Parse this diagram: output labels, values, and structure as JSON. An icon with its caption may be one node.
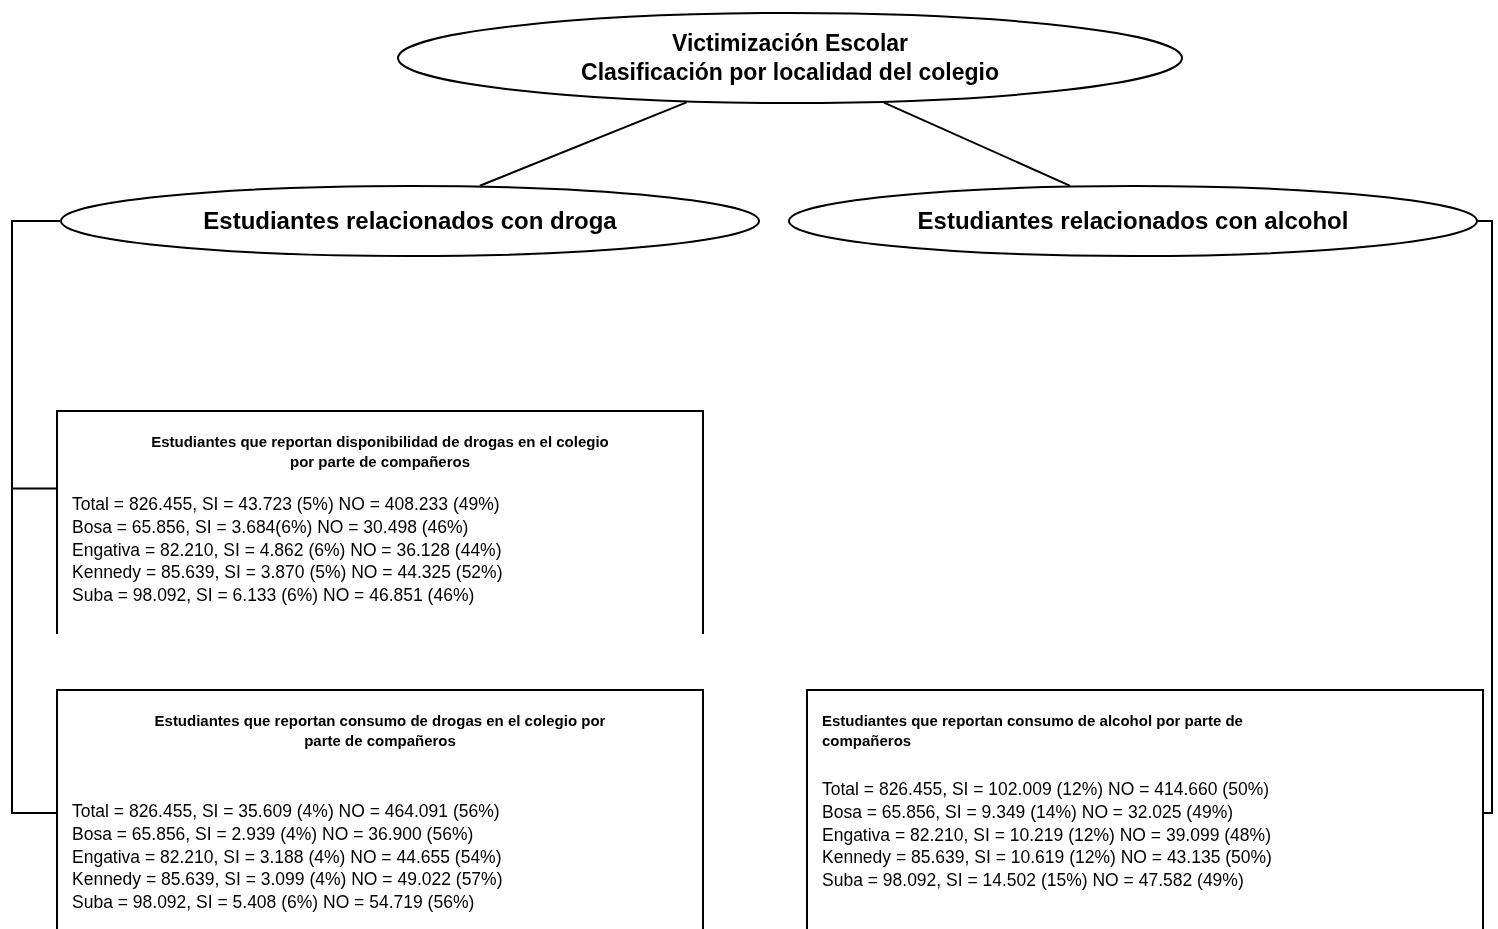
{
  "diagram": {
    "nodes": [
      {
        "text": [
          "Victimización Escolar",
          "Clasificación por localidad del colegio"
        ]
      },
      {
        "text": [
          "Estudiantes relacionados con droga"
        ]
      },
      {
        "text": [
          "Estudiantes relacionados con alcohol"
        ]
      },
      {
        "text": [
          "Estudiantes que reportan disponibilidad de drogas en el colegio por parte de compañeros",
          "Total = 826.455, SI = 43.723 (5%) NO = 408.233 (49%)",
          "Bosa = 65.856, SI = 3.684(6%) NO = 30.498 (46%)",
          "Engativa = 82.210, SI = 4.862 (6%) NO = 36.128 (44%)",
          "Kennedy = 85.639, SI = 3.870 (5%) NO = 44.325 (52%)",
          "Suba = 98.092, SI = 6.133 (6%) NO = 46.851 (46%)"
        ]
      },
      {
        "text": [
          "Estudiantes que reportan consumo de drogas en el colegio por parte de compañeros",
          "Total = 826.455, SI = 35.609 (4%) NO = 464.091 (56%)",
          "Bosa = 65.856, SI = 2.939 (4%) NO = 36.900 (56%)",
          "Engativa = 82.210, SI = 3.188 (4%) NO = 44.655 (54%)",
          "Kennedy = 85.639, SI = 3.099 (4%) NO = 49.022 (57%)",
          "Suba = 98.092, SI = 5.408 (6%) NO = 54.719 (56%)"
        ]
      },
      {
        "text": [
          "Estudiantes que reportan consumo de alcohol por parte de compañeros",
          "Total = 826.455, SI = 102.009 (12%) NO = 414.660 (50%)",
          "Bosa = 65.856, SI = 9.349 (14%) NO = 32.025 (49%)",
          "Engativa = 82.210, SI = 10.219 (12%) NO = 39.099 (48%)",
          "Kennedy = 85.639, SI = 10.619 (12%) NO = 43.135 (50%)",
          "Suba = 98.092, SI = 14.502 (15%) NO = 47.582 (49%)"
        ]
      }
    ],
    "edges": [
      {
        "from": 0,
        "to": 1,
        "arrow": "none"
      },
      {
        "from": 0,
        "to": 2,
        "arrow": "none"
      },
      {
        "from": 1,
        "to": 3,
        "arrow": "none"
      },
      {
        "from": 1,
        "to": 4,
        "arrow": "none"
      },
      {
        "from": 2,
        "to": 5,
        "arrow": "none"
      }
    ]
  }
}
